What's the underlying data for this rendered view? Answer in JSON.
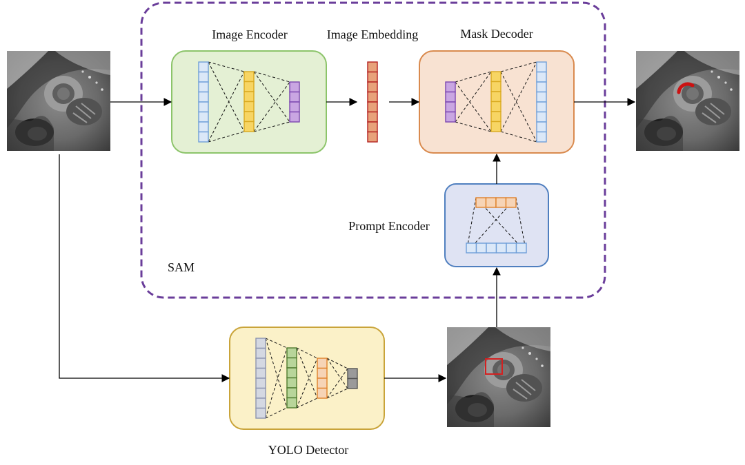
{
  "labels": {
    "image_encoder": "Image Encoder",
    "image_embedding": "Image Embedding",
    "mask_decoder": "Mask Decoder",
    "prompt_encoder": "Prompt Encoder",
    "sam": "SAM",
    "yolo_detector": "YOLO Detector"
  },
  "colors": {
    "sam_border": "#6a3d9a",
    "encoder_box_fill": "#e4f0d4",
    "encoder_box_border": "#8cc46a",
    "decoder_box_fill": "#f8e2d2",
    "decoder_box_border": "#d98a4e",
    "prompt_box_fill": "#dfe3f3",
    "prompt_box_border": "#4f7fbf",
    "yolo_box_fill": "#fbf1c8",
    "yolo_box_border": "#c9a43a",
    "embedding_fill": "#e8a27a",
    "embedding_border": "#b21e1e",
    "blue_cell": "#dbe8f8",
    "blue_border": "#6f9fd8",
    "yellow_cell": "#f7d564",
    "yellow_border": "#d9a91e",
    "purple_cell": "#c9a6e2",
    "purple_border": "#7a46b0",
    "orange_cell": "#f6d4b6",
    "orange_border": "#e0822a",
    "green_cell": "#b8d59a",
    "green_border": "#4f7a2e",
    "grey_cell": "#d4d8e2",
    "grey_border": "#8c94ae",
    "dark_cell": "#9a9a9a",
    "dark_border": "#555555",
    "mask_red": "#cc1111",
    "box_red": "#d42020"
  }
}
